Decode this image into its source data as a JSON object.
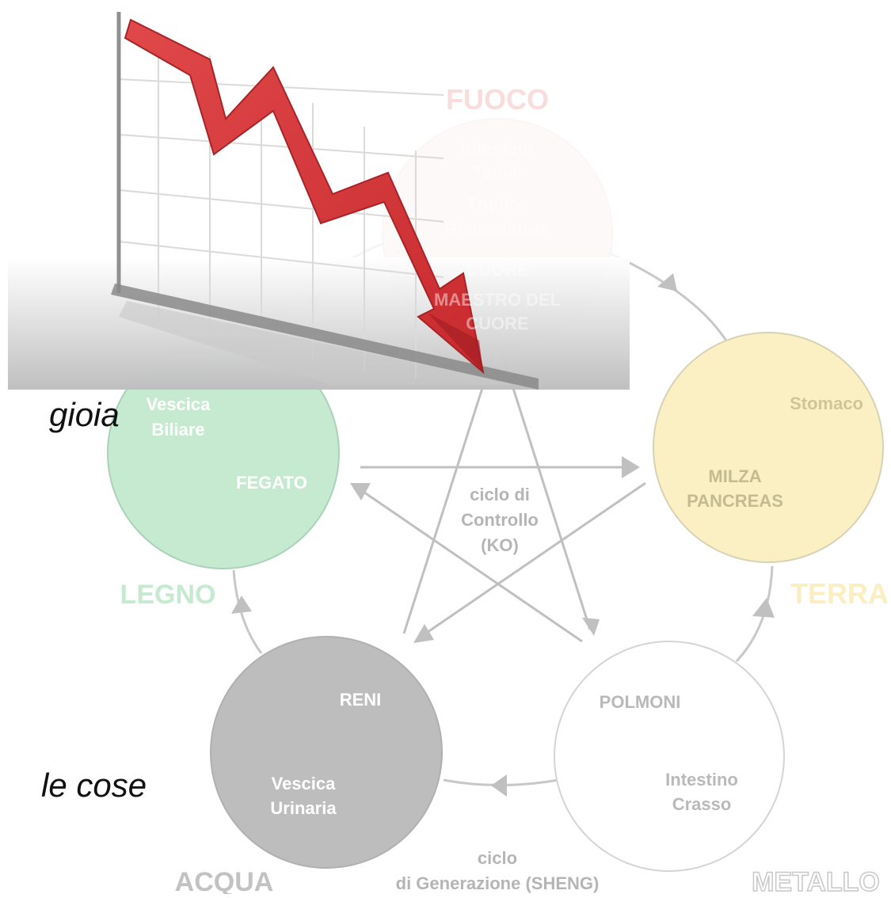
{
  "side_text": {
    "line1": "gioia",
    "line2": "le cose"
  },
  "elements": {
    "fuoco": {
      "name": "FUOCO",
      "organs": [
        "Intestino",
        "Tenue",
        "Triplice",
        "Riscaldatore",
        "CUORE",
        "MAESTRO DEL",
        "CUORE"
      ],
      "color": "#f7d7d7"
    },
    "terra": {
      "name": "TERRA",
      "organs": [
        "Stomaco",
        "MILZA",
        "PANCREAS"
      ],
      "color": "#fbf0c3"
    },
    "metallo": {
      "name": "METALLO",
      "organs": [
        "POLMONI",
        "Intestino",
        "Crasso"
      ],
      "color": "#ffffff"
    },
    "acqua": {
      "name": "ACQUA",
      "organs": [
        "RENI",
        "Vescica",
        "Urinaria"
      ],
      "color": "#bdbdbd"
    },
    "legno": {
      "name": "LEGNO",
      "organs": [
        "Vescica",
        "Biliare",
        "FEGATO"
      ],
      "color": "#c5ead0"
    }
  },
  "cycles": {
    "control": [
      "ciclo di",
      "Controllo",
      "(KO)"
    ],
    "generation": [
      "ciclo",
      "di Generazione (SHENG)"
    ]
  }
}
